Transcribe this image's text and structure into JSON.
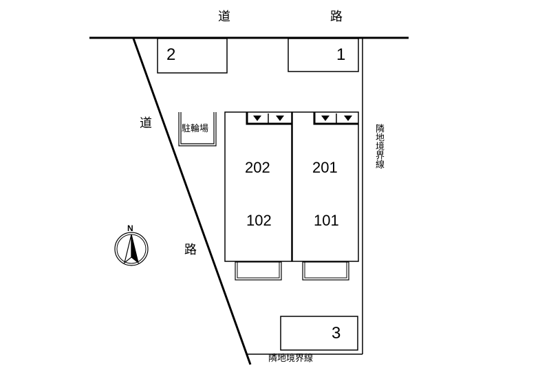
{
  "top_road": [
    "道",
    "路"
  ],
  "left_road": [
    "道",
    "路"
  ],
  "parking": [
    "2",
    "1",
    "3"
  ],
  "bicycle_parking": "駐輪場",
  "boundary_right": "隣地境界線",
  "boundary_bottom": "隣地境界線",
  "units": {
    "left": [
      "202",
      "102"
    ],
    "right": [
      "201",
      "101"
    ]
  },
  "compass": "N"
}
